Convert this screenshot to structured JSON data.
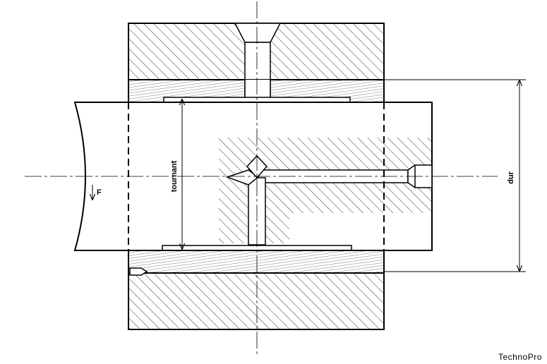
{
  "labels": {
    "tournant": "tournant",
    "dur": "dur",
    "force": "F",
    "brand": "TechnoPro"
  },
  "colors": {
    "ink": "#000000",
    "paper": "#ffffff"
  }
}
